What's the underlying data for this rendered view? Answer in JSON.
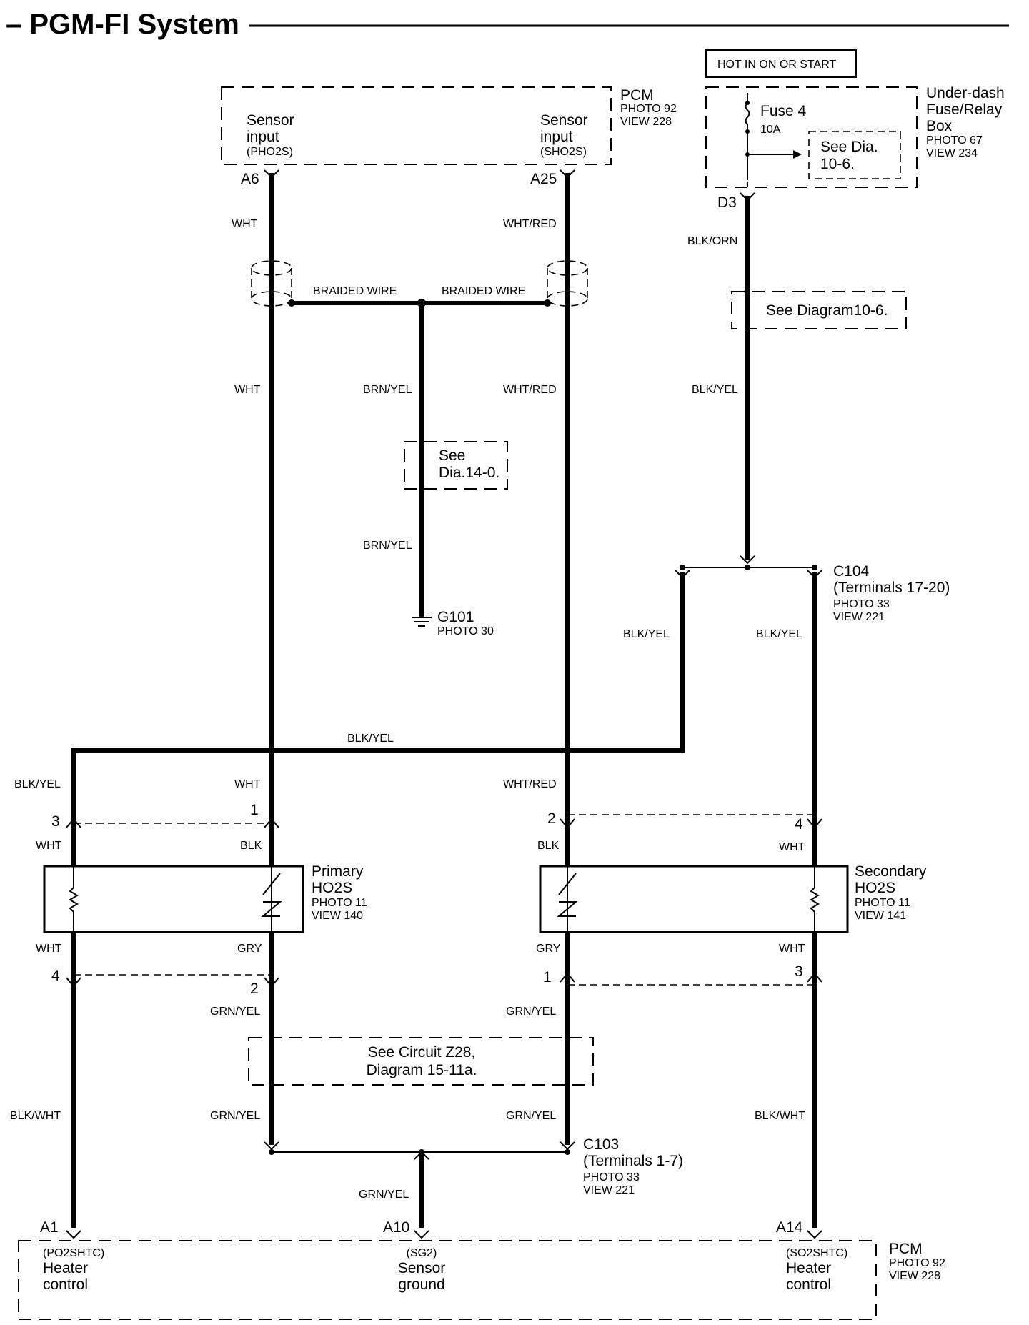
{
  "title": "– PGM-FI System",
  "pcm_top": {
    "name": "PCM",
    "photo": "PHOTO 92",
    "view": "VIEW 228",
    "left_label_1": "Sensor",
    "left_label_2": "input",
    "left_code": "(PHO2S)",
    "right_label_1": "Sensor",
    "right_label_2": "input",
    "right_code": "(SHO2S)",
    "pin_left": "A6",
    "pin_right": "A25"
  },
  "fuse_box": {
    "hot_label": "HOT IN ON OR START",
    "fuse_name": "Fuse 4",
    "fuse_rating": "10A",
    "see_1": "See Dia.",
    "see_2": "10-6.",
    "name_1": "Under-dash",
    "name_2": "Fuse/Relay",
    "name_3": "Box",
    "photo": "PHOTO 67",
    "view": "VIEW 234",
    "pin": "D3"
  },
  "wires": {
    "wht": "WHT",
    "wht_red": "WHT/RED",
    "blk_orn": "BLK/ORN",
    "blk_yel": "BLK/YEL",
    "brn_yel": "BRN/YEL",
    "braided": "BRAIDED WIRE",
    "blk": "BLK",
    "gry": "GRY",
    "grn_yel": "GRN/YEL",
    "blk_wht": "BLK/WHT"
  },
  "notes": {
    "see_diagram_10_6": "See Diagram10-6.",
    "see_dia_14_1": "See",
    "see_dia_14_2": "Dia.14-0.",
    "see_circuit_1": "See Circuit Z28,",
    "see_circuit_2": "Diagram 15-11a."
  },
  "ground": {
    "name": "G101",
    "photo": "PHOTO 30"
  },
  "c104": {
    "name": "C104",
    "terminals": "(Terminals 17-20)",
    "photo": "PHOTO 33",
    "view": "VIEW 221"
  },
  "c103": {
    "name": "C103",
    "terminals": "(Terminals 1-7)",
    "photo": "PHOTO 33",
    "view": "VIEW 221"
  },
  "primary": {
    "name_1": "Primary",
    "name_2": "HO2S",
    "photo": "PHOTO 11",
    "view": "VIEW 140",
    "pin_3": "3",
    "pin_1": "1",
    "pin_4": "4",
    "pin_2": "2"
  },
  "secondary": {
    "name_1": "Secondary",
    "name_2": "HO2S",
    "photo": "PHOTO 11",
    "view": "VIEW 141",
    "pin_2": "2",
    "pin_4": "4",
    "pin_1": "1",
    "pin_3": "3"
  },
  "pcm_bottom": {
    "name": "PCM",
    "photo": "PHOTO 92",
    "view": "VIEW 228",
    "pin_a1": "A1",
    "pin_a10": "A10",
    "pin_a14": "A14",
    "a1_code": "(PO2SHTC)",
    "a1_l1": "Heater",
    "a1_l2": "control",
    "a10_code": "(SG2)",
    "a10_l1": "Sensor",
    "a10_l2": "ground",
    "a14_code": "(SO2SHTC)",
    "a14_l1": "Heater",
    "a14_l2": "control"
  }
}
